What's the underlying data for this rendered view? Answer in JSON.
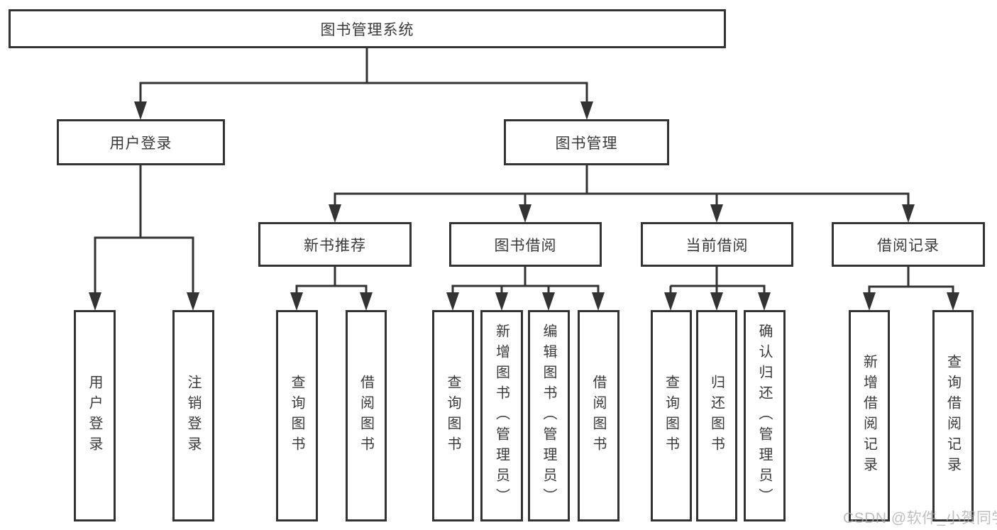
{
  "diagram": {
    "root": {
      "label": "图书管理系统"
    },
    "branches": [
      {
        "label": "用户登录",
        "children": [
          {
            "label": "用户登录"
          },
          {
            "label": "注销登录"
          }
        ]
      },
      {
        "label": "图书管理",
        "children": [
          {
            "label": "新书推荐",
            "children": [
              {
                "label": "查询图书"
              },
              {
                "label": "借阅图书"
              }
            ]
          },
          {
            "label": "图书借阅",
            "children": [
              {
                "label": "查询图书"
              },
              {
                "label": "新增图书（管理员）"
              },
              {
                "label": "编辑图书（管理员）"
              },
              {
                "label": "借阅图书"
              }
            ]
          },
          {
            "label": "当前借阅",
            "children": [
              {
                "label": "查询图书"
              },
              {
                "label": "归还图书"
              },
              {
                "label": "确认归还（管理员）"
              }
            ]
          },
          {
            "label": "借阅记录",
            "children": [
              {
                "label": "新增借阅记录"
              },
              {
                "label": "查询借阅记录"
              }
            ]
          }
        ]
      }
    ],
    "watermark": "CSDN @软件_小贺同学",
    "colors": {
      "line": "#333333",
      "text": "#3a3a3a",
      "watermark": "#a9a9a9",
      "background": "#ffffff"
    }
  }
}
